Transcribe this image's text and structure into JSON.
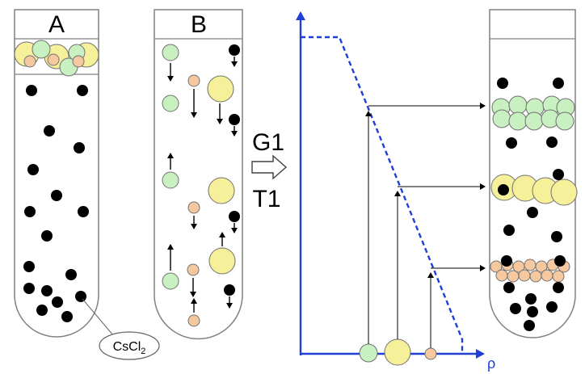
{
  "labels": {
    "tube_a": "A",
    "tube_b": "B",
    "step_g": "G1",
    "step_t": "T1",
    "axis_rho": "ρ",
    "callout": "CsCl",
    "callout_sub": "2"
  },
  "colors": {
    "green": "#c8f0c0",
    "yellow": "#f7f09a",
    "orange": "#f6c8a0",
    "black": "#000000",
    "axis_blue": "#1f3fd6",
    "tube_stroke": "#808080"
  }
}
